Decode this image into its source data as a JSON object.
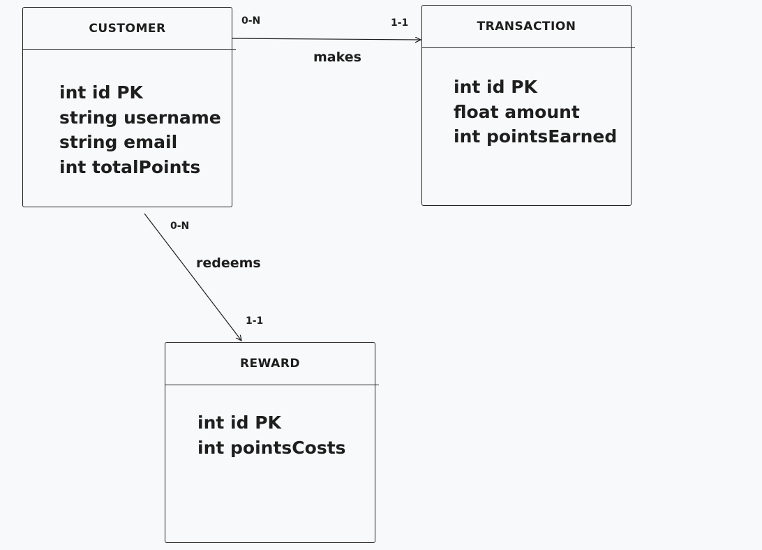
{
  "entities": {
    "customer": {
      "title": "CUSTOMER",
      "fields": [
        "int id PK",
        "string username",
        "string email",
        "int totalPoints"
      ]
    },
    "transaction": {
      "title": "TRANSACTION",
      "fields": [
        "int id PK",
        "float amount",
        "int pointsEarned"
      ]
    },
    "reward": {
      "title": "REWARD",
      "fields": [
        "int id PK",
        "int pointsCosts"
      ]
    }
  },
  "relationships": {
    "makes": {
      "label": "makes",
      "from_entity": "CUSTOMER",
      "to_entity": "TRANSACTION",
      "from_cardinality": "0-N",
      "to_cardinality": "1-1"
    },
    "redeems": {
      "label": "redeems",
      "from_entity": "CUSTOMER",
      "to_entity": "REWARD",
      "from_cardinality": "0-N",
      "to_cardinality": "1-1"
    }
  },
  "colors": {
    "background": "#f8f9fa",
    "stroke": "#1e1e1e"
  }
}
